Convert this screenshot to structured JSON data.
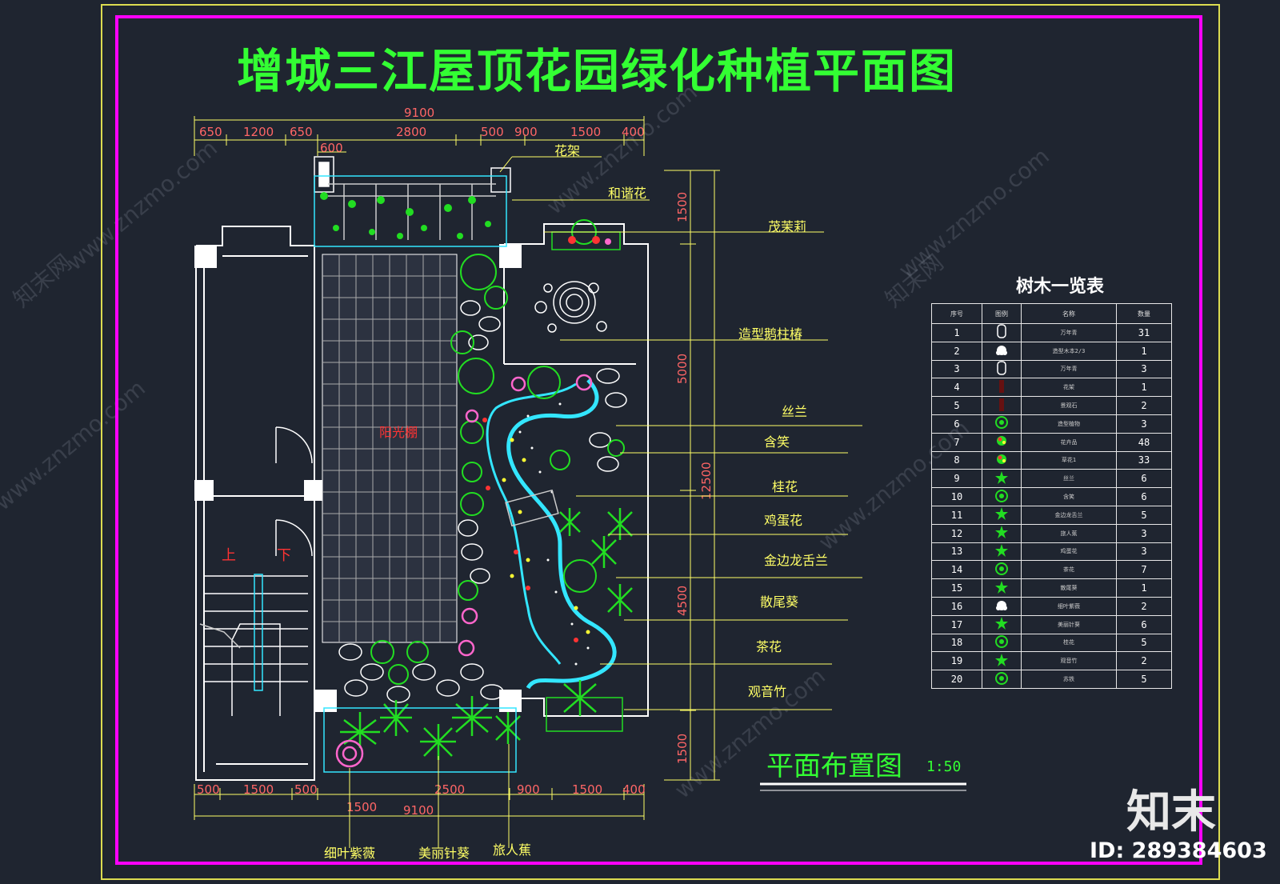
{
  "title": "增城三江屋顶花园绿化种植平面图",
  "subtitle": "平面布置图",
  "scale": "1:50",
  "dimensions": {
    "top_total": "9100",
    "top": [
      "650",
      "1200",
      "650",
      "2800",
      "500",
      "900",
      "1500",
      "400"
    ],
    "top_second": "600",
    "bottom_total": "9100",
    "bottom": [
      "500",
      "1500",
      "500",
      "2500",
      "900",
      "1500",
      "400"
    ],
    "bottom_second": "1500",
    "right_outer": "12500",
    "right": [
      "1500",
      "5000",
      "4500",
      "1500"
    ]
  },
  "room_labels": {
    "sunroom": "阳光棚",
    "stair_up": "上",
    "stair_down": "下"
  },
  "callouts": {
    "right": [
      "花架",
      "和谐花",
      "茂茉莉",
      "造型鹅柱椿",
      "丝兰",
      "含笑",
      "桂花",
      "鸡蛋花",
      "金边龙舌兰",
      "散尾葵",
      "茶花",
      "观音竹"
    ],
    "bottom": [
      "细叶紫薇",
      "美丽针葵",
      "旅人蕉"
    ]
  },
  "plant_table": {
    "title": "树木一览表",
    "headers": [
      "序号",
      "图例",
      "名称",
      "数量"
    ],
    "rows": [
      {
        "no": "1",
        "name": "万年青",
        "qty": "31"
      },
      {
        "no": "2",
        "name": "造型木本2/3",
        "qty": "1"
      },
      {
        "no": "3",
        "name": "万年青",
        "qty": "3"
      },
      {
        "no": "4",
        "name": "花架",
        "qty": "1"
      },
      {
        "no": "5",
        "name": "景观石",
        "qty": "2"
      },
      {
        "no": "6",
        "name": "造型植物",
        "qty": "3"
      },
      {
        "no": "7",
        "name": "花卉品",
        "qty": "48"
      },
      {
        "no": "8",
        "name": "草花1",
        "qty": "33"
      },
      {
        "no": "9",
        "name": "丝兰",
        "qty": "6"
      },
      {
        "no": "10",
        "name": "含笑",
        "qty": "6"
      },
      {
        "no": "11",
        "name": "金边龙舌兰",
        "qty": "5"
      },
      {
        "no": "12",
        "name": "旅人蕉",
        "qty": "3"
      },
      {
        "no": "13",
        "name": "鸡蛋花",
        "qty": "3"
      },
      {
        "no": "14",
        "name": "茶花",
        "qty": "7"
      },
      {
        "no": "15",
        "name": "散尾葵",
        "qty": "1"
      },
      {
        "no": "16",
        "name": "细叶紫薇",
        "qty": "2"
      },
      {
        "no": "17",
        "name": "美丽针葵",
        "qty": "6"
      },
      {
        "no": "18",
        "name": "桂花",
        "qty": "5"
      },
      {
        "no": "19",
        "name": "观音竹",
        "qty": "2"
      },
      {
        "no": "20",
        "name": "苏铁",
        "qty": "5"
      }
    ]
  },
  "watermark": {
    "brand": "知末",
    "id": "ID: 289384603",
    "url": "www.znzmo.com",
    "site": "知末网"
  },
  "colors": {
    "background": "#1f2530",
    "frame_magenta": "#ff00ff",
    "frame_yellow": "#dcdc50",
    "title_green": "#33ff33",
    "plan_white": "#ffffff",
    "water_cyan": "#33e6ff",
    "plant_green": "#22dd22",
    "flower_pink": "#ff66cc",
    "accent_red": "#ff3333"
  }
}
